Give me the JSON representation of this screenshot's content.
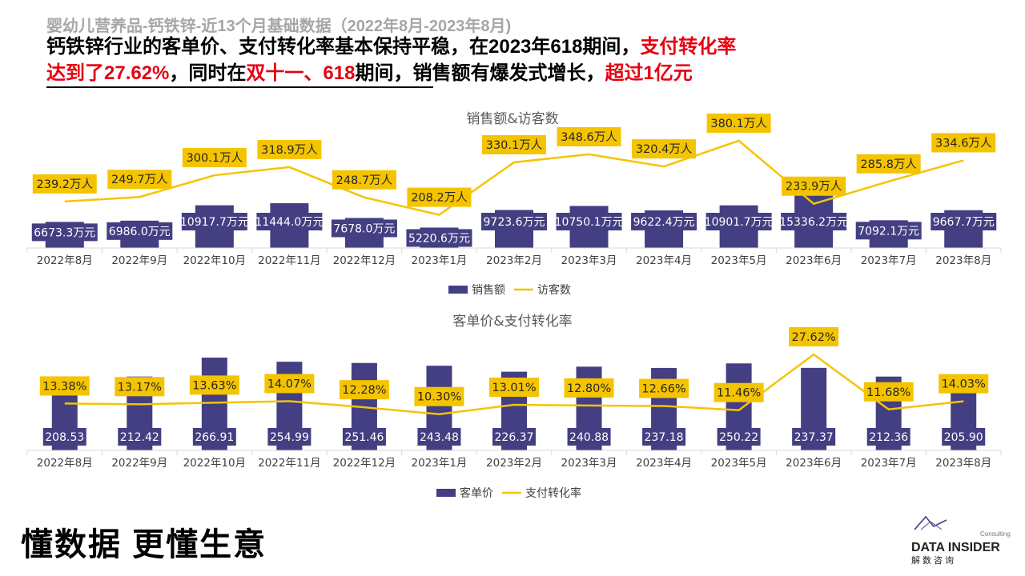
{
  "header": {
    "subtitle": "婴幼儿营养品-钙铁锌-近13个月基础数据（2022年8月-2023年8月)",
    "line1_a": "钙铁锌行业的客单价、支付转化率基本保持平稳，在2023年618期间，",
    "line1_b": "支付转化率",
    "line2_a": "达到了27.62%",
    "line2_b": "，同时在",
    "line2_c": "双十一、618",
    "line2_d": "期间，销售额有爆发式增长，",
    "line2_e": "超过1亿元"
  },
  "colors": {
    "bar": "#433f82",
    "line": "#f5c400",
    "label_bg": "#f5c400",
    "highlight": "#e60012"
  },
  "chart_data": [
    {
      "type": "bar",
      "title": "销售额&访客数",
      "categories": [
        "2022年8月",
        "2022年9月",
        "2022年10月",
        "2022年11月",
        "2022年12月",
        "2023年1月",
        "2023年2月",
        "2023年3月",
        "2023年4月",
        "2023年5月",
        "2023年6月",
        "2023年7月",
        "2023年8月"
      ],
      "series": [
        {
          "name": "销售额",
          "kind": "bar",
          "values": [
            6673.3,
            6986.0,
            10917.7,
            11444.0,
            7678.0,
            5220.6,
            9723.6,
            10750.1,
            9622.4,
            10901.7,
            15336.2,
            7092.1,
            9667.7
          ],
          "labels": [
            "6673.3万元",
            "6986.0万元",
            "10917.7万元",
            "11444.0万元",
            "7678.0万元",
            "5220.6万元",
            "9723.6万元",
            "10750.1万元",
            "9622.4万元",
            "10901.7万元",
            "15336.2万元",
            "7092.1万元",
            "9667.7万元"
          ]
        },
        {
          "name": "访客数",
          "kind": "line",
          "values": [
            239.2,
            249.7,
            300.1,
            318.9,
            248.7,
            208.2,
            330.1,
            348.6,
            320.4,
            380.1,
            233.9,
            285.8,
            334.6
          ],
          "labels": [
            "239.2万人",
            "249.7万人",
            "300.1万人",
            "318.9万人",
            "248.7万人",
            "208.2万人",
            "330.1万人",
            "348.6万人",
            "320.4万人",
            "380.1万人",
            "233.9万人",
            "285.8万人",
            "334.6万人"
          ]
        }
      ],
      "legend": "bottom"
    },
    {
      "type": "bar",
      "title": "客单价&支付转化率",
      "categories": [
        "2022年8月",
        "2022年9月",
        "2022年10月",
        "2022年11月",
        "2022年12月",
        "2023年1月",
        "2023年2月",
        "2023年3月",
        "2023年4月",
        "2023年5月",
        "2023年6月",
        "2023年7月",
        "2023年8月"
      ],
      "series": [
        {
          "name": "客单价",
          "kind": "bar",
          "values": [
            208.53,
            212.42,
            266.91,
            254.99,
            251.46,
            243.48,
            226.37,
            240.88,
            237.18,
            250.22,
            237.37,
            212.36,
            205.9
          ],
          "labels": [
            "208.53",
            "212.42",
            "266.91",
            "254.99",
            "251.46",
            "243.48",
            "226.37",
            "240.88",
            "237.18",
            "250.22",
            "237.37",
            "212.36",
            "205.90"
          ]
        },
        {
          "name": "支付转化率",
          "kind": "line",
          "values": [
            13.38,
            13.17,
            13.63,
            14.07,
            12.28,
            10.3,
            13.01,
            12.8,
            12.66,
            11.46,
            27.62,
            11.68,
            14.03
          ],
          "labels": [
            "13.38%",
            "13.17%",
            "13.63%",
            "14.07%",
            "12.28%",
            "10.30%",
            "13.01%",
            "12.80%",
            "12.66%",
            "11.46%",
            "27.62%",
            "11.68%",
            "14.03%"
          ]
        }
      ],
      "legend": "bottom"
    }
  ],
  "footer": {
    "slogan": "懂数据 更懂生意",
    "logo_small": "Consulting",
    "logo_main": "DATA INSIDER",
    "logo_cn": "解数咨询"
  }
}
